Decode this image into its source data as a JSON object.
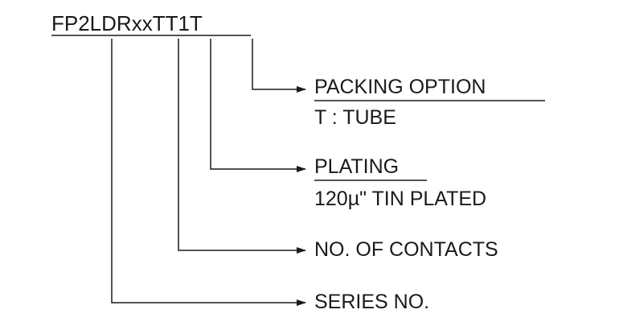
{
  "part_number": "FP2LDRxxTT1T",
  "fields": [
    {
      "heading": "PACKING OPTION",
      "detail": "T : TUBE"
    },
    {
      "heading": "PLATING",
      "detail": "120µ\" TIN PLATED"
    },
    {
      "heading": "NO. OF CONTACTS"
    },
    {
      "heading": "SERIES NO."
    }
  ],
  "colors": {
    "ink": "#1a1a1a",
    "background": "#ffffff"
  }
}
